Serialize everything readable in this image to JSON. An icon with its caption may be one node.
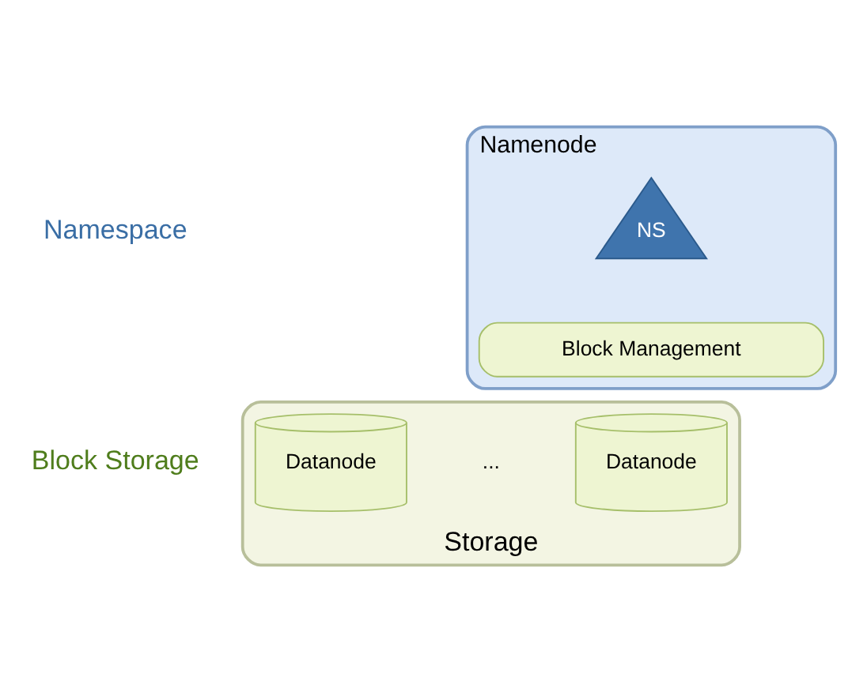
{
  "diagram": {
    "nodes": [
      {
        "text": [
          "Namenode"
        ]
      },
      {
        "text": [
          "NS"
        ],
        "in": 0
      },
      {
        "text": [
          "Block Management"
        ],
        "in": 0
      },
      {
        "text": [
          "Storage"
        ]
      },
      {
        "text": [
          "Datanode"
        ],
        "in": 3
      },
      {
        "text": [
          "Datanode"
        ],
        "in": 3
      }
    ],
    "labels": [
      "Namespace",
      "Block Storage",
      "..."
    ]
  }
}
